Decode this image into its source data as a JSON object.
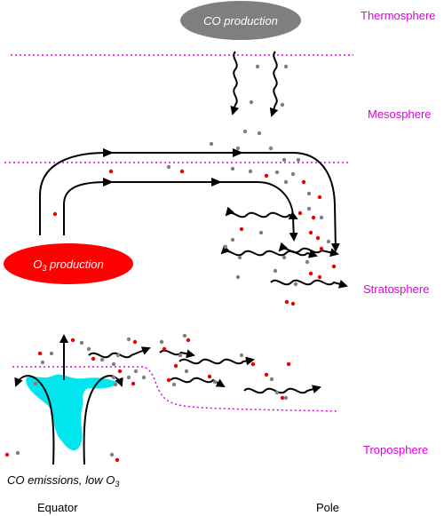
{
  "layers": {
    "thermosphere": "Thermosphere",
    "mesosphere": "Mesosphere",
    "stratosphere": "Stratosphere",
    "troposphere": "Troposphere"
  },
  "sources": {
    "co_production": "CO production",
    "o3_production_prefix": "O",
    "o3_production_sub": "3",
    "o3_production_suffix": " production"
  },
  "surface_note": {
    "prefix": "CO emissions, low O",
    "sub": "3"
  },
  "axis": {
    "left": "Equator",
    "right": "Pole"
  },
  "colors": {
    "layer_label": "#e000e0",
    "co_ellipse": "#7f7f7f",
    "o3_ellipse": "#ff0000",
    "emission_plume": "#00e5ee",
    "red_dot": "#ee0000",
    "gray_dot": "#808080"
  }
}
